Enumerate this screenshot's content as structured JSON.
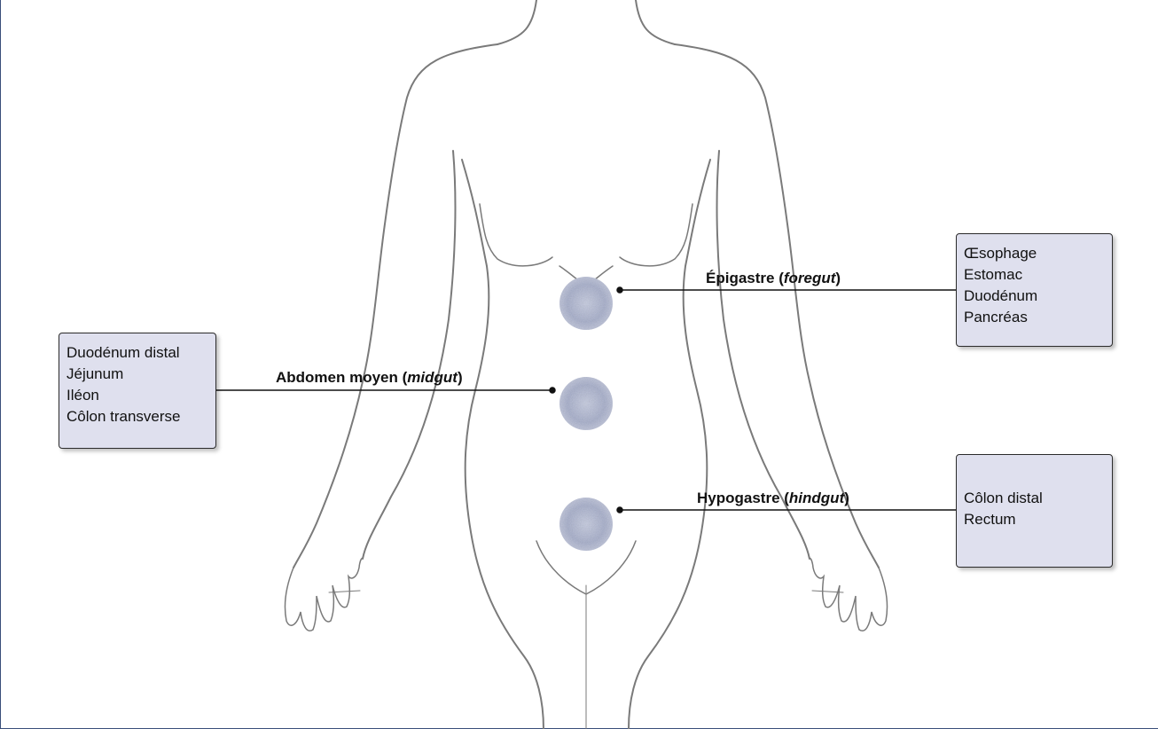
{
  "colors": {
    "outline": "#7a7a7a",
    "leader": "#111111",
    "box_fill": "#dfe0ee",
    "region_dot": "#9aa3c4"
  },
  "regions": [
    {
      "id": "epigastre",
      "label_main": "Épigastre (",
      "label_italic": "foregut",
      "label_end": ")",
      "organs": [
        "Œsophage",
        "Estomac",
        "Duodénum",
        "Pancréas"
      ]
    },
    {
      "id": "abdomen-moyen",
      "label_main": "Abdomen moyen (",
      "label_italic": "midgut",
      "label_end": ")",
      "organs": [
        "Duodénum distal",
        "Jéjunum",
        "Iléon",
        "Côlon transverse"
      ]
    },
    {
      "id": "hypogastre",
      "label_main": "Hypogastre (",
      "label_italic": "hindgut",
      "label_end": ")",
      "organs": [
        "Côlon distal",
        "Rectum"
      ]
    }
  ]
}
